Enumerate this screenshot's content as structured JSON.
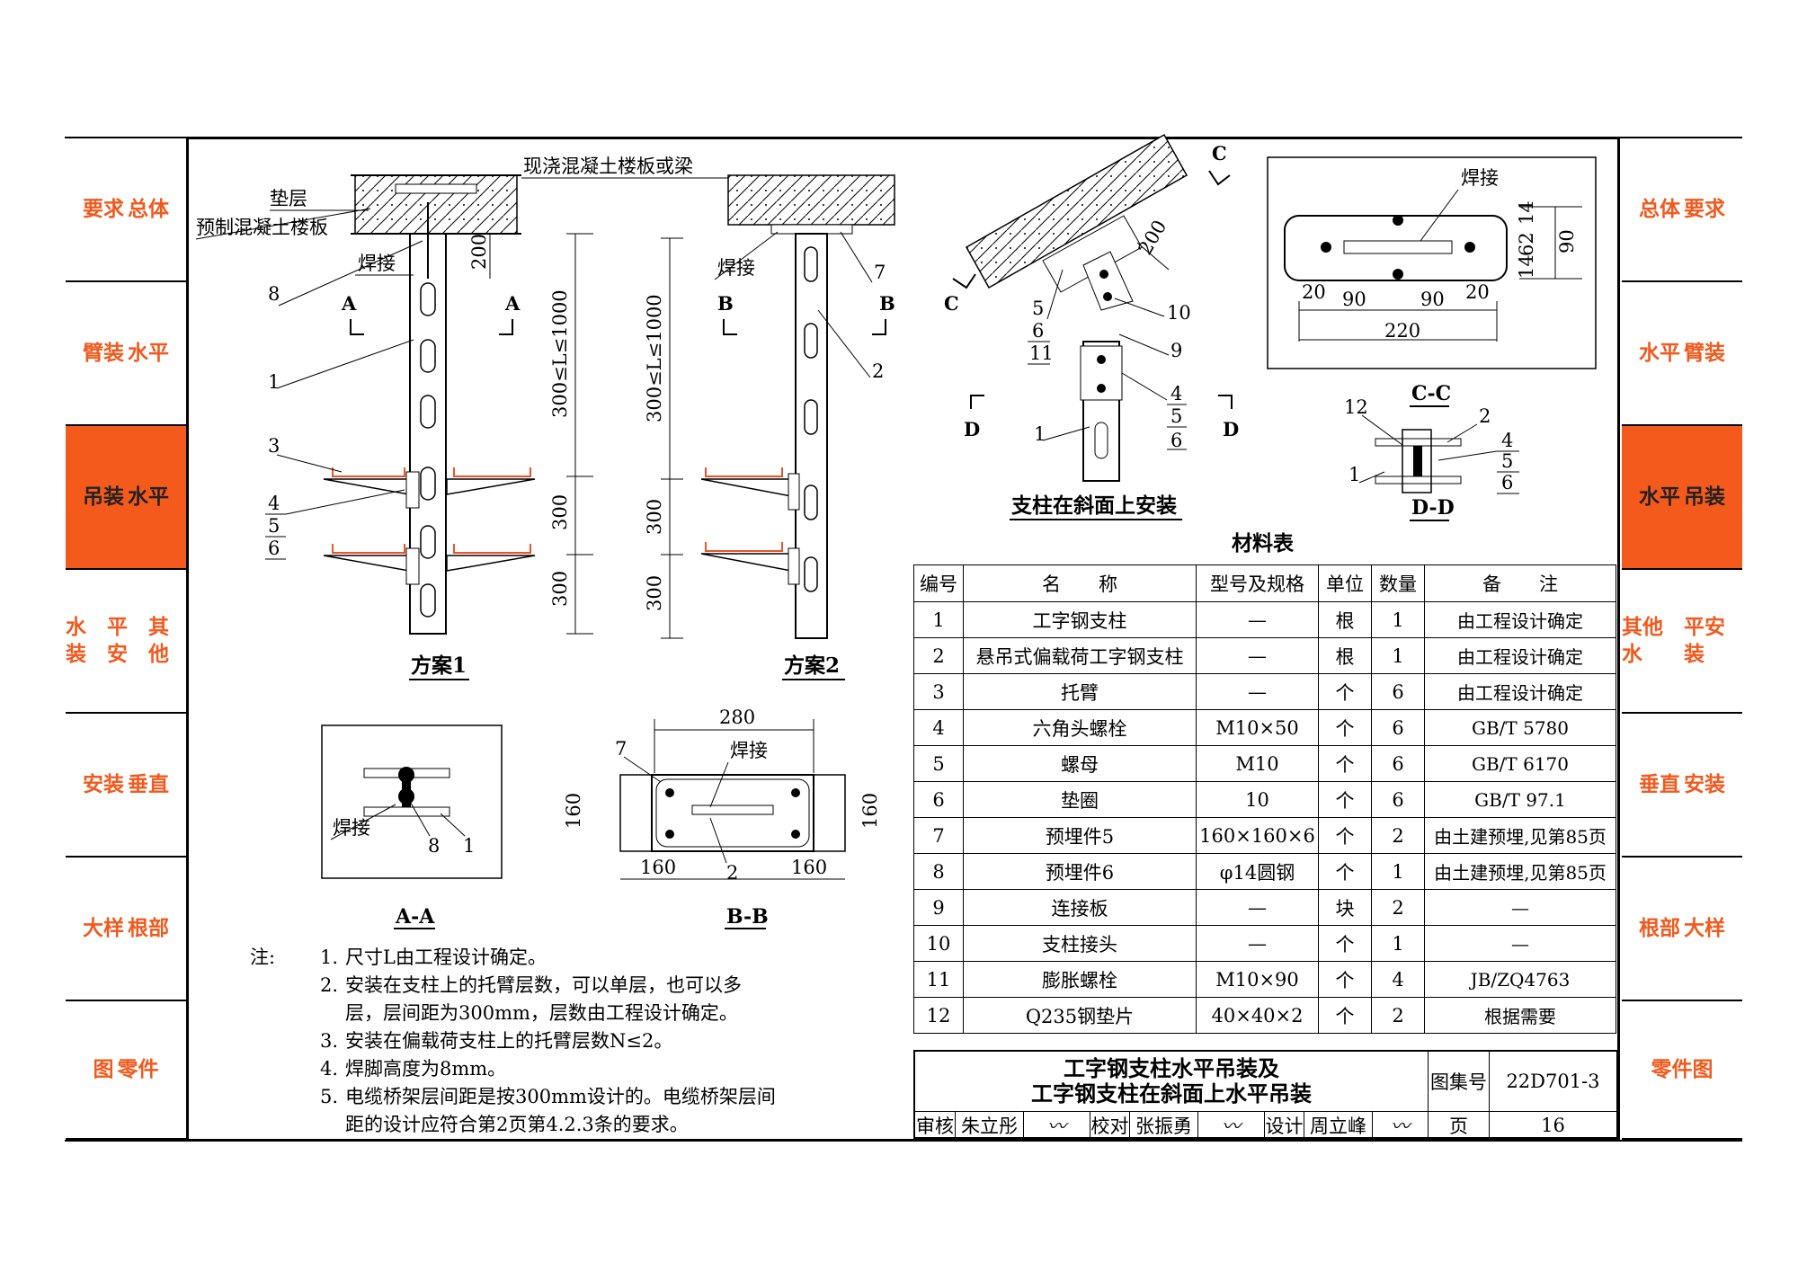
{
  "left_tabs": [
    {
      "chars": [
        "总体",
        "要求"
      ]
    },
    {
      "chars": [
        "水平",
        "臂装"
      ]
    },
    {
      "chars": [
        "水平",
        "吊装"
      ],
      "active": true
    },
    {
      "chars": [
        "其他",
        "平安",
        "水装"
      ]
    },
    {
      "chars": [
        "垂直",
        "安装"
      ]
    },
    {
      "chars": [
        "根部",
        "大样"
      ]
    },
    {
      "chars": [
        "零件",
        "图"
      ]
    }
  ],
  "right_tabs": [
    {
      "chars": [
        "要求",
        "总体"
      ]
    },
    {
      "chars": [
        "臂装",
        "水平"
      ]
    },
    {
      "chars": [
        "吊装",
        "水平"
      ],
      "active": true
    },
    {
      "chars": [
        "平安装",
        "其他水"
      ]
    },
    {
      "chars": [
        "安装",
        "垂直"
      ]
    },
    {
      "chars": [
        "大样",
        "根部"
      ]
    },
    {
      "chars": [
        "零件图"
      ]
    }
  ],
  "labels": {
    "top_concrete": "现浇混凝土楼板或梁",
    "cushion": "垫层",
    "precast": "预制混凝土楼板",
    "weld": "焊接",
    "dim_200": "200",
    "dim_L": "300≤L≤1000",
    "dim_300": "300",
    "scheme1": "方案1",
    "scheme2": "方案2",
    "slope_title": "支柱在斜面上安装",
    "aa": "A-A",
    "bb": "B-B",
    "cc": "C-C",
    "dd": "D-D",
    "dim_280": "280",
    "dim_160": "160",
    "dim_220": "220",
    "dim_90": "90",
    "dim_20": "20",
    "dim_14": "14",
    "dim_62": "62",
    "sec_a": "A",
    "sec_b": "B",
    "sec_c": "C",
    "sec_d": "D"
  },
  "material_table": {
    "title": "材料表",
    "headers": [
      "编号",
      "名　　称",
      "型号及规格",
      "单位",
      "数量",
      "备　　注"
    ],
    "rows": [
      [
        "1",
        "工字钢支柱",
        "—",
        "根",
        "1",
        "由工程设计确定"
      ],
      [
        "2",
        "悬吊式偏载荷工字钢支柱",
        "—",
        "根",
        "1",
        "由工程设计确定"
      ],
      [
        "3",
        "托臂",
        "—",
        "个",
        "6",
        "由工程设计确定"
      ],
      [
        "4",
        "六角头螺栓",
        "M10×50",
        "个",
        "6",
        "GB/T 5780"
      ],
      [
        "5",
        "螺母",
        "M10",
        "个",
        "6",
        "GB/T 6170"
      ],
      [
        "6",
        "垫圈",
        "10",
        "个",
        "6",
        "GB/T 97.1"
      ],
      [
        "7",
        "预埋件5",
        "160×160×6",
        "个",
        "2",
        "由土建预埋,见第85页"
      ],
      [
        "8",
        "预埋件6",
        "φ14圆钢",
        "个",
        "1",
        "由土建预埋,见第85页"
      ],
      [
        "9",
        "连接板",
        "—",
        "块",
        "2",
        "—"
      ],
      [
        "10",
        "支柱接头",
        "—",
        "个",
        "1",
        "—"
      ],
      [
        "11",
        "膨胀螺栓",
        "M10×90",
        "个",
        "4",
        "JB/ZQ4763"
      ],
      [
        "12",
        "Q235钢垫片",
        "40×40×2",
        "个",
        "2",
        "根据需要"
      ]
    ]
  },
  "title_block": {
    "title_line1": "工字钢支柱水平吊装及",
    "title_line2": "工字钢支柱在斜面上水平吊装",
    "atlas_label": "图集号",
    "atlas_no": "22D701-3",
    "review_label": "审核",
    "review_name": "朱立彤",
    "check_label": "校对",
    "check_name": "张振勇",
    "design_label": "设计",
    "design_name": "周立峰",
    "page_label": "页",
    "page_no": "16"
  },
  "notes": {
    "prefix": "注:",
    "items": [
      {
        "n": "1.",
        "lines": [
          "尺寸L由工程设计确定。"
        ]
      },
      {
        "n": "2.",
        "lines": [
          "安装在支柱上的托臂层数，可以单层，也可以多",
          "层，层间距为300mm，层数由工程设计确定。"
        ]
      },
      {
        "n": "3.",
        "lines": [
          "安装在偏载荷支柱上的托臂层数N≤2。"
        ]
      },
      {
        "n": "4.",
        "lines": [
          "焊脚高度为8mm。"
        ]
      },
      {
        "n": "5.",
        "lines": [
          "电缆桥架层间距是按300mm设计的。电缆桥架层间",
          "距的设计应符合第2页第4.2.3条的要求。"
        ]
      }
    ]
  },
  "colors": {
    "accent": "#f55a1d",
    "tab_text": "#f05a1e",
    "tray": "#e8552a"
  }
}
